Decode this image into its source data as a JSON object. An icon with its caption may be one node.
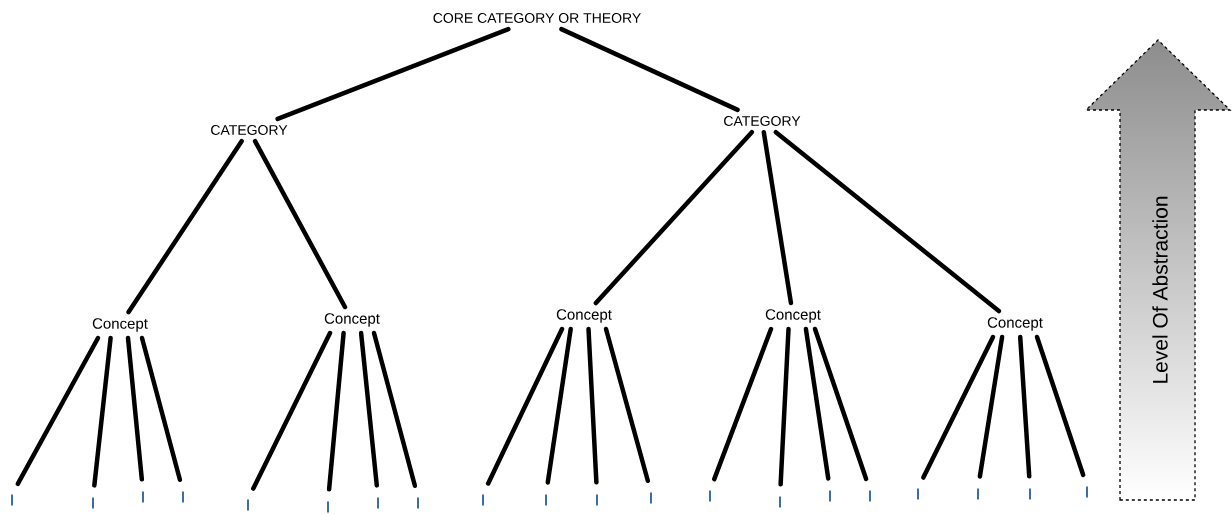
{
  "diagram": {
    "nodes": [
      {
        "text": [
          "CORE CATEGORY OR THEORY"
        ]
      },
      {
        "text": [
          "CATEGORY"
        ]
      },
      {
        "text": [
          "CATEGORY"
        ]
      },
      {
        "text": [
          "Concept"
        ]
      },
      {
        "text": [
          "Concept"
        ]
      },
      {
        "text": [
          "Concept"
        ]
      },
      {
        "text": [
          "Concept"
        ]
      },
      {
        "text": [
          "Concept"
        ]
      },
      {
        "text": [],
        "shape": "bar"
      },
      {
        "text": [],
        "shape": "bar"
      },
      {
        "text": [],
        "shape": "bar"
      },
      {
        "text": [],
        "shape": "bar"
      },
      {
        "text": [],
        "shape": "bar"
      },
      {
        "text": [],
        "shape": "bar"
      },
      {
        "text": [],
        "shape": "bar"
      },
      {
        "text": [],
        "shape": "bar"
      },
      {
        "text": [],
        "shape": "bar"
      },
      {
        "text": [],
        "shape": "bar"
      },
      {
        "text": [],
        "shape": "bar"
      },
      {
        "text": [],
        "shape": "bar"
      },
      {
        "text": [],
        "shape": "bar"
      },
      {
        "text": [],
        "shape": "bar"
      },
      {
        "text": [],
        "shape": "bar"
      },
      {
        "text": [],
        "shape": "bar"
      },
      {
        "text": [],
        "shape": "bar"
      },
      {
        "text": [],
        "shape": "bar"
      },
      {
        "text": [],
        "shape": "bar"
      },
      {
        "text": [],
        "shape": "bar"
      },
      {
        "text": [
          "Level Of Abstraction"
        ]
      }
    ],
    "edges": [
      {
        "from": 0,
        "to": 1,
        "arrow": "none"
      },
      {
        "from": 0,
        "to": 2,
        "arrow": "none"
      },
      {
        "from": 1,
        "to": 3,
        "arrow": "none"
      },
      {
        "from": 1,
        "to": 4,
        "arrow": "none"
      },
      {
        "from": 2,
        "to": 5,
        "arrow": "none"
      },
      {
        "from": 2,
        "to": 6,
        "arrow": "none"
      },
      {
        "from": 2,
        "to": 7,
        "arrow": "none"
      },
      {
        "from": 3,
        "to": 8,
        "arrow": "none"
      },
      {
        "from": 3,
        "to": 9,
        "arrow": "none"
      },
      {
        "from": 3,
        "to": 10,
        "arrow": "none"
      },
      {
        "from": 3,
        "to": 11,
        "arrow": "none"
      },
      {
        "from": 4,
        "to": 12,
        "arrow": "none"
      },
      {
        "from": 4,
        "to": 13,
        "arrow": "none"
      },
      {
        "from": 4,
        "to": 14,
        "arrow": "none"
      },
      {
        "from": 4,
        "to": 15,
        "arrow": "none"
      },
      {
        "from": 5,
        "to": 16,
        "arrow": "none"
      },
      {
        "from": 5,
        "to": 17,
        "arrow": "none"
      },
      {
        "from": 5,
        "to": 18,
        "arrow": "none"
      },
      {
        "from": 5,
        "to": 19,
        "arrow": "none"
      },
      {
        "from": 6,
        "to": 20,
        "arrow": "none"
      },
      {
        "from": 6,
        "to": 21,
        "arrow": "none"
      },
      {
        "from": 6,
        "to": 22,
        "arrow": "none"
      },
      {
        "from": 6,
        "to": 23,
        "arrow": "none"
      },
      {
        "from": 7,
        "to": 24,
        "arrow": "none"
      },
      {
        "from": 7,
        "to": 25,
        "arrow": "none"
      },
      {
        "from": 7,
        "to": 26,
        "arrow": "none"
      },
      {
        "from": 7,
        "to": 27,
        "arrow": "none"
      }
    ]
  }
}
